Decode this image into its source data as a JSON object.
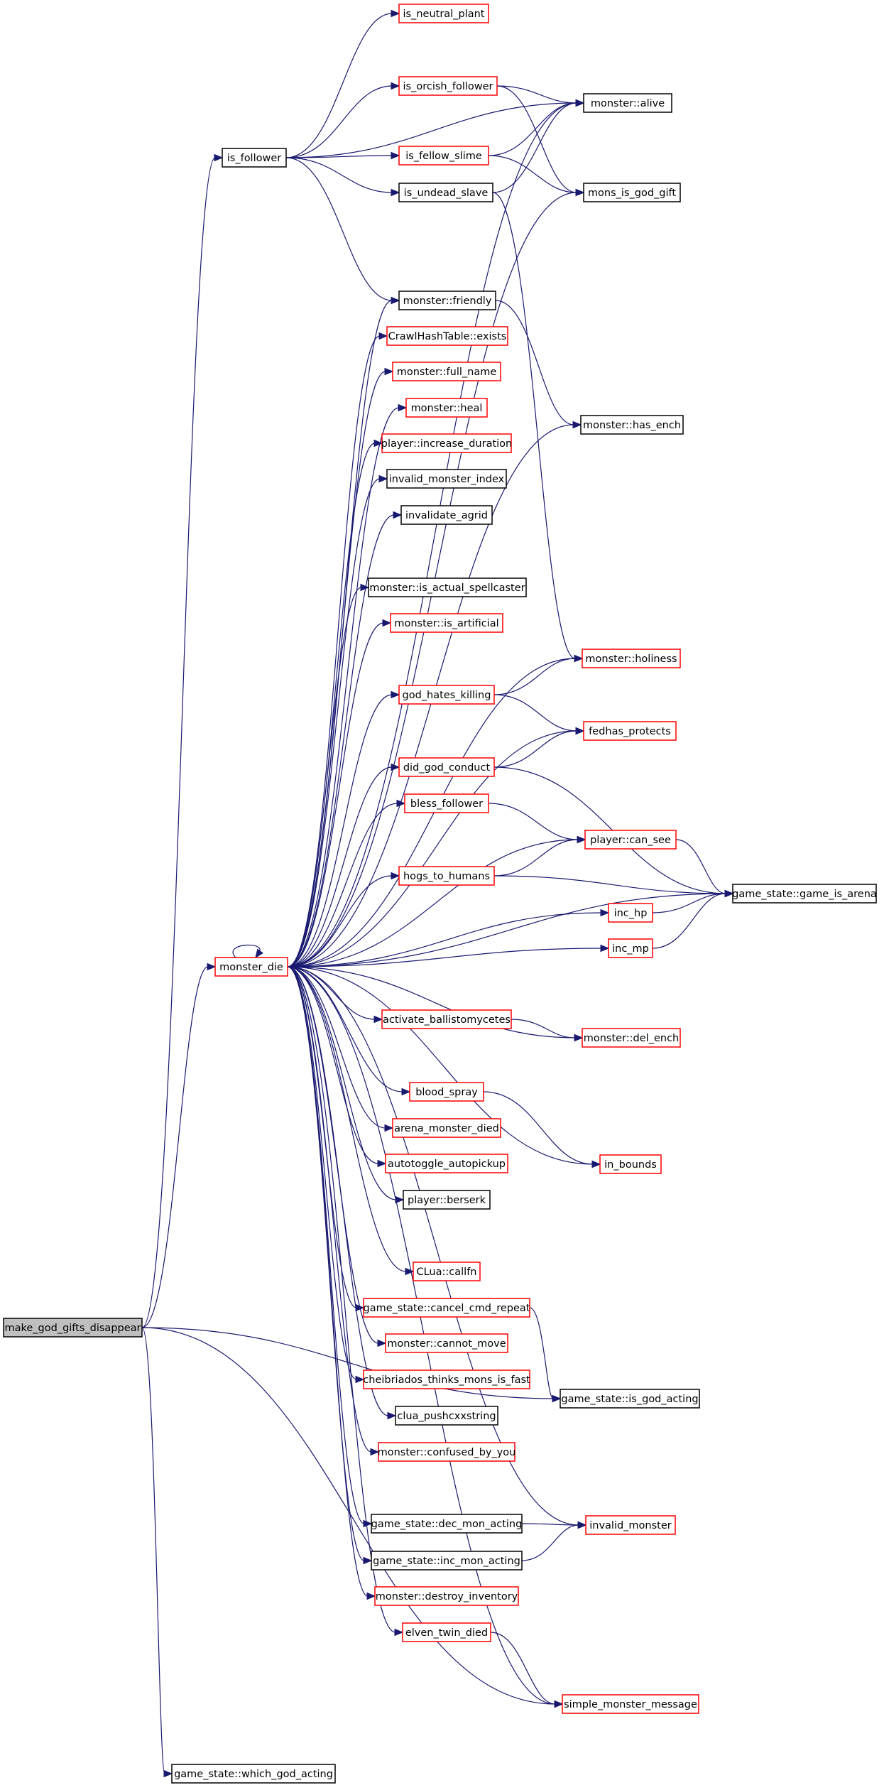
{
  "colors": {
    "edge": "#191970",
    "border_with_children": "#ff0000",
    "border_leaf": "#000000",
    "root_fill": "#bfbfbf"
  },
  "nodes": [
    {
      "id": "make_god_gifts_disappear",
      "label": "make_god_gifts_disappear",
      "border": "black",
      "root": true
    },
    {
      "id": "is_follower",
      "label": "is_follower",
      "border": "black"
    },
    {
      "id": "monster_die",
      "label": "monster_die",
      "border": "red"
    },
    {
      "id": "game_state_which_god_acting",
      "label": "game_state::which_god_acting",
      "border": "black"
    },
    {
      "id": "is_neutral_plant",
      "label": "is_neutral_plant",
      "border": "red"
    },
    {
      "id": "is_orcish_follower",
      "label": "is_orcish_follower",
      "border": "red"
    },
    {
      "id": "is_fellow_slime",
      "label": "is_fellow_slime",
      "border": "red"
    },
    {
      "id": "is_undead_slave",
      "label": "is_undead_slave",
      "border": "black"
    },
    {
      "id": "monster_alive",
      "label": "monster::alive",
      "border": "black"
    },
    {
      "id": "mons_is_god_gift",
      "label": "mons_is_god_gift",
      "border": "black"
    },
    {
      "id": "monster_friendly",
      "label": "monster::friendly",
      "border": "black"
    },
    {
      "id": "crawlhashtable_exists",
      "label": "CrawlHashTable::exists",
      "border": "red"
    },
    {
      "id": "monster_full_name",
      "label": "monster::full_name",
      "border": "red"
    },
    {
      "id": "monster_heal",
      "label": "monster::heal",
      "border": "red"
    },
    {
      "id": "player_increase_duration",
      "label": "player::increase_duration",
      "border": "red"
    },
    {
      "id": "invalid_monster_index",
      "label": "invalid_monster_index",
      "border": "black"
    },
    {
      "id": "invalidate_agrid",
      "label": "invalidate_agrid",
      "border": "black"
    },
    {
      "id": "monster_has_ench",
      "label": "monster::has_ench",
      "border": "black"
    },
    {
      "id": "monster_is_actual_spellcaster",
      "label": "monster::is_actual_spellcaster",
      "border": "black"
    },
    {
      "id": "monster_is_artificial",
      "label": "monster::is_artificial",
      "border": "red"
    },
    {
      "id": "monster_holiness",
      "label": "monster::holiness",
      "border": "red"
    },
    {
      "id": "god_hates_killing",
      "label": "god_hates_killing",
      "border": "red"
    },
    {
      "id": "fedhas_protects",
      "label": "fedhas_protects",
      "border": "red"
    },
    {
      "id": "did_god_conduct",
      "label": "did_god_conduct",
      "border": "red"
    },
    {
      "id": "bless_follower",
      "label": "bless_follower",
      "border": "red"
    },
    {
      "id": "player_can_see",
      "label": "player::can_see",
      "border": "red"
    },
    {
      "id": "hogs_to_humans",
      "label": "hogs_to_humans",
      "border": "red"
    },
    {
      "id": "game_state_game_is_arena",
      "label": "game_state::game_is_arena",
      "border": "black"
    },
    {
      "id": "inc_hp",
      "label": "inc_hp",
      "border": "red"
    },
    {
      "id": "inc_mp",
      "label": "inc_mp",
      "border": "red"
    },
    {
      "id": "activate_ballistomycetes",
      "label": "activate_ballistomycetes",
      "border": "red"
    },
    {
      "id": "monster_del_ench",
      "label": "monster::del_ench",
      "border": "red"
    },
    {
      "id": "blood_spray",
      "label": "blood_spray",
      "border": "red"
    },
    {
      "id": "arena_monster_died",
      "label": "arena_monster_died",
      "border": "red"
    },
    {
      "id": "autotoggle_autopickup",
      "label": "autotoggle_autopickup",
      "border": "red"
    },
    {
      "id": "in_bounds",
      "label": "in_bounds",
      "border": "red"
    },
    {
      "id": "player_berserk",
      "label": "player::berserk",
      "border": "black"
    },
    {
      "id": "clua_callfn",
      "label": "CLua::callfn",
      "border": "red"
    },
    {
      "id": "game_state_cancel_cmd_repeat",
      "label": "game_state::cancel_cmd_repeat",
      "border": "red"
    },
    {
      "id": "monster_cannot_move",
      "label": "monster::cannot_move",
      "border": "red"
    },
    {
      "id": "cheibriados_thinks_mons_is_fast",
      "label": "cheibriados_thinks_mons_is_fast",
      "border": "red"
    },
    {
      "id": "game_state_is_god_acting",
      "label": "game_state::is_god_acting",
      "border": "black"
    },
    {
      "id": "clua_pushcxxstring",
      "label": "clua_pushcxxstring",
      "border": "black"
    },
    {
      "id": "monster_confused_by_you",
      "label": "monster::confused_by_you",
      "border": "red"
    },
    {
      "id": "game_state_dec_mon_acting",
      "label": "game_state::dec_mon_acting",
      "border": "black"
    },
    {
      "id": "invalid_monster",
      "label": "invalid_monster",
      "border": "red"
    },
    {
      "id": "game_state_inc_mon_acting",
      "label": "game_state::inc_mon_acting",
      "border": "black"
    },
    {
      "id": "monster_destroy_inventory",
      "label": "monster::destroy_inventory",
      "border": "red"
    },
    {
      "id": "elven_twin_died",
      "label": "elven_twin_died",
      "border": "red"
    },
    {
      "id": "simple_monster_message",
      "label": "simple_monster_message",
      "border": "red"
    }
  ],
  "edges": [
    [
      "make_god_gifts_disappear",
      "is_follower"
    ],
    [
      "make_god_gifts_disappear",
      "monster_die"
    ],
    [
      "make_god_gifts_disappear",
      "game_state_which_god_acting"
    ],
    [
      "make_god_gifts_disappear",
      "game_state_is_god_acting"
    ],
    [
      "make_god_gifts_disappear",
      "simple_monster_message"
    ],
    [
      "is_follower",
      "is_neutral_plant"
    ],
    [
      "is_follower",
      "monster_alive"
    ],
    [
      "is_follower",
      "is_orcish_follower"
    ],
    [
      "is_follower",
      "is_fellow_slime"
    ],
    [
      "is_follower",
      "is_undead_slave"
    ],
    [
      "is_follower",
      "monster_friendly"
    ],
    [
      "is_orcish_follower",
      "monster_alive"
    ],
    [
      "is_orcish_follower",
      "mons_is_god_gift"
    ],
    [
      "is_fellow_slime",
      "monster_alive"
    ],
    [
      "is_fellow_slime",
      "mons_is_god_gift"
    ],
    [
      "is_undead_slave",
      "monster_alive"
    ],
    [
      "is_undead_slave",
      "monster_holiness"
    ],
    [
      "monster_friendly",
      "monster_has_ench"
    ],
    [
      "god_hates_killing",
      "monster_holiness"
    ],
    [
      "god_hates_killing",
      "fedhas_protects"
    ],
    [
      "did_god_conduct",
      "fedhas_protects"
    ],
    [
      "did_god_conduct",
      "game_state_game_is_arena"
    ],
    [
      "bless_follower",
      "player_can_see"
    ],
    [
      "hogs_to_humans",
      "player_can_see"
    ],
    [
      "hogs_to_humans",
      "game_state_game_is_arena"
    ],
    [
      "player_can_see",
      "game_state_game_is_arena"
    ],
    [
      "inc_hp",
      "game_state_game_is_arena"
    ],
    [
      "inc_mp",
      "game_state_game_is_arena"
    ],
    [
      "activate_ballistomycetes",
      "monster_del_ench"
    ],
    [
      "blood_spray",
      "in_bounds"
    ],
    [
      "game_state_cancel_cmd_repeat",
      "game_state_is_god_acting"
    ],
    [
      "game_state_dec_mon_acting",
      "invalid_monster"
    ],
    [
      "game_state_inc_mon_acting",
      "invalid_monster"
    ],
    [
      "elven_twin_died",
      "simple_monster_message"
    ],
    [
      "monster_die",
      "monster_die"
    ],
    [
      "monster_die",
      "monster_alive"
    ],
    [
      "monster_die",
      "mons_is_god_gift"
    ],
    [
      "monster_die",
      "monster_friendly"
    ],
    [
      "monster_die",
      "crawlhashtable_exists"
    ],
    [
      "monster_die",
      "monster_full_name"
    ],
    [
      "monster_die",
      "monster_heal"
    ],
    [
      "monster_die",
      "player_increase_duration"
    ],
    [
      "monster_die",
      "invalid_monster_index"
    ],
    [
      "monster_die",
      "invalidate_agrid"
    ],
    [
      "monster_die",
      "monster_has_ench"
    ],
    [
      "monster_die",
      "monster_is_actual_spellcaster"
    ],
    [
      "monster_die",
      "monster_is_artificial"
    ],
    [
      "monster_die",
      "monster_holiness"
    ],
    [
      "monster_die",
      "god_hates_killing"
    ],
    [
      "monster_die",
      "fedhas_protects"
    ],
    [
      "monster_die",
      "did_god_conduct"
    ],
    [
      "monster_die",
      "bless_follower"
    ],
    [
      "monster_die",
      "player_can_see"
    ],
    [
      "monster_die",
      "hogs_to_humans"
    ],
    [
      "monster_die",
      "inc_hp"
    ],
    [
      "monster_die",
      "inc_mp"
    ],
    [
      "monster_die",
      "game_state_game_is_arena"
    ],
    [
      "monster_die",
      "activate_ballistomycetes"
    ],
    [
      "monster_die",
      "monster_del_ench"
    ],
    [
      "monster_die",
      "blood_spray"
    ],
    [
      "monster_die",
      "arena_monster_died"
    ],
    [
      "monster_die",
      "autotoggle_autopickup"
    ],
    [
      "monster_die",
      "player_berserk"
    ],
    [
      "monster_die",
      "in_bounds"
    ],
    [
      "monster_die",
      "clua_callfn"
    ],
    [
      "monster_die",
      "game_state_cancel_cmd_repeat"
    ],
    [
      "monster_die",
      "monster_cannot_move"
    ],
    [
      "monster_die",
      "cheibriados_thinks_mons_is_fast"
    ],
    [
      "monster_die",
      "clua_pushcxxstring"
    ],
    [
      "monster_die",
      "monster_confused_by_you"
    ],
    [
      "monster_die",
      "game_state_dec_mon_acting"
    ],
    [
      "monster_die",
      "invalid_monster"
    ],
    [
      "monster_die",
      "game_state_inc_mon_acting"
    ],
    [
      "monster_die",
      "monster_destroy_inventory"
    ],
    [
      "monster_die",
      "elven_twin_died"
    ],
    [
      "monster_die",
      "simple_monster_message"
    ]
  ]
}
